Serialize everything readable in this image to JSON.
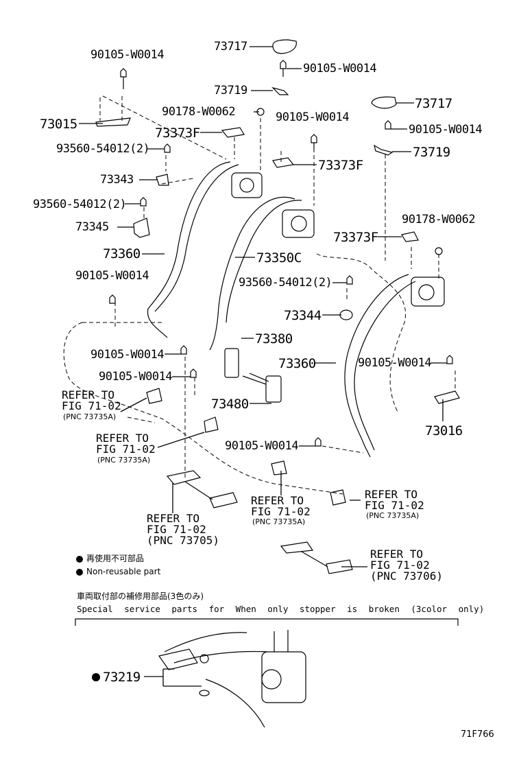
{
  "part_numbers": {
    "p73717_a": "73717",
    "p90105_a": "90105-W0014",
    "p90105_b": "90105-W0014",
    "p73719_a": "73719",
    "p73015": "73015",
    "p90178_a": "90178-W0062",
    "p90105_c": "90105-W0014",
    "p73717_b": "73717",
    "p73373f_a": "73373F",
    "p90105_d": "90105-W0014",
    "p93560_a": "93560-54012(2)",
    "p73719_b": "73719",
    "p73373f_b": "73373F",
    "p73343": "73343",
    "p93560_b": "93560-54012(2)",
    "p90178_b": "90178-W0062",
    "p73345": "73345",
    "p73373f_c": "73373F",
    "p73360_a": "73360",
    "p73350c": "73350C",
    "p90105_e": "90105-W0014",
    "p93560_c": "93560-54012(2)",
    "p73344": "73344",
    "p73380": "73380",
    "p90105_f": "90105-W0014",
    "p73360_b": "73360",
    "p90105_g": "90105-W0014",
    "p90105_h": "90105-W0014",
    "p73480": "73480",
    "p73016": "73016",
    "p90105_i": "90105-W0014",
    "p73219": "73219"
  },
  "references": {
    "ref1": "REFER TO\nFIG 71-02",
    "ref1_pnc": "(PNC 73735A)",
    "ref2": "REFER TO\nFIG 71-02",
    "ref2_pnc": "(PNC 73735A)",
    "ref3": "REFER TO\nFIG 71-02",
    "ref3_pnc": "(PNC 73735A)",
    "ref4": "REFER TO\nFIG 71-02",
    "ref4_pnc": "(PNC 73735A)",
    "ref5": "REFER TO\nFIG 71-02\n(PNC 73705)",
    "ref6": "REFER TO\nFIG 71-02\n(PNC 73706)"
  },
  "legend": {
    "jp": "再使用不可部品",
    "en": "Non-reusable part"
  },
  "special": {
    "jp": "車両取付部の補修用部品(3色のみ)",
    "en": "Special service parts for When only stopper is broken (3color only)"
  },
  "figure_code": "71F766"
}
